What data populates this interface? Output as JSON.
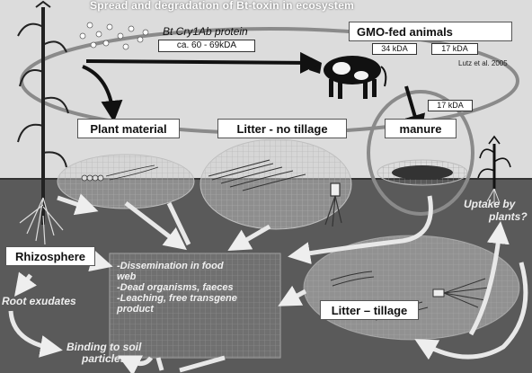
{
  "title": "Spread and degradation of Bt-toxin in ecosystem",
  "protein_name": "Bt Cry1Ab protein",
  "protein_size": "ca. 60 - 69kDA",
  "animals_label": "GMO-fed animals",
  "fragment_34": "34 kDA",
  "fragment_17": "17 kDA",
  "fragment_17_manure": "17 kDA",
  "citation": "Lutz et al. 2005",
  "plant_material": "Plant material",
  "litter_no_tillage": "Litter - no tillage",
  "manure": "manure",
  "rhizosphere": "Rhizosphere",
  "root_exudates": "Root exudates",
  "dissemination": [
    "-Dissemination in food",
    "web",
    "-Dead organisms, faeces",
    "-Leaching, free transgene",
    "product"
  ],
  "litter_tillage": "Litter – tillage",
  "uptake": [
    "Uptake by",
    "plants?"
  ],
  "binding": [
    "Binding to soil",
    "particles"
  ],
  "colors": {
    "sky": "#dcdcdc",
    "soil": "#5a5a5a",
    "ellipse_outline": "#8a8a8a",
    "arrow_dark": "#111111",
    "arrow_light": "#e8e8e8"
  }
}
